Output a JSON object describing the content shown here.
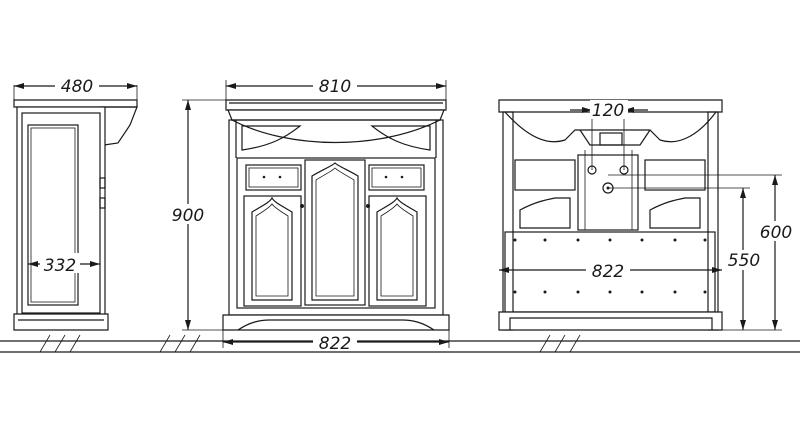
{
  "dimensions": {
    "side_depth": "480",
    "side_inner": "332",
    "front_top_width": "810",
    "front_base_width": "822",
    "front_height": "900",
    "rear_pipe_spacing": "120",
    "rear_width": "822",
    "rear_height_600": "600",
    "rear_height_550": "550"
  }
}
